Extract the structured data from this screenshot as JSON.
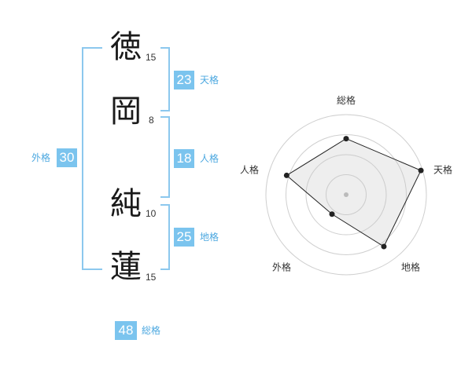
{
  "name": {
    "chars": [
      {
        "char": "徳",
        "strokes": "15"
      },
      {
        "char": "岡",
        "strokes": "8"
      },
      {
        "char": "純",
        "strokes": "10"
      },
      {
        "char": "蓮",
        "strokes": "15"
      }
    ]
  },
  "fortunes": {
    "tenkaku": {
      "value": "23",
      "label": "天格"
    },
    "jinkaku": {
      "value": "18",
      "label": "人格"
    },
    "chikaku": {
      "value": "25",
      "label": "地格"
    },
    "gaikaku": {
      "value": "30",
      "label": "外格"
    },
    "soukaku": {
      "value": "48",
      "label": "総格"
    }
  },
  "colors": {
    "accent": "#7bc4ee",
    "bracket": "#8cc8ee",
    "label": "#4ca8e0"
  },
  "chart_data": {
    "type": "radar",
    "axes": [
      "総格",
      "天格",
      "地格",
      "外格",
      "人格"
    ],
    "values": [
      0.7,
      0.98,
      0.8,
      0.3,
      0.78
    ],
    "max": 1,
    "rings": 4
  }
}
